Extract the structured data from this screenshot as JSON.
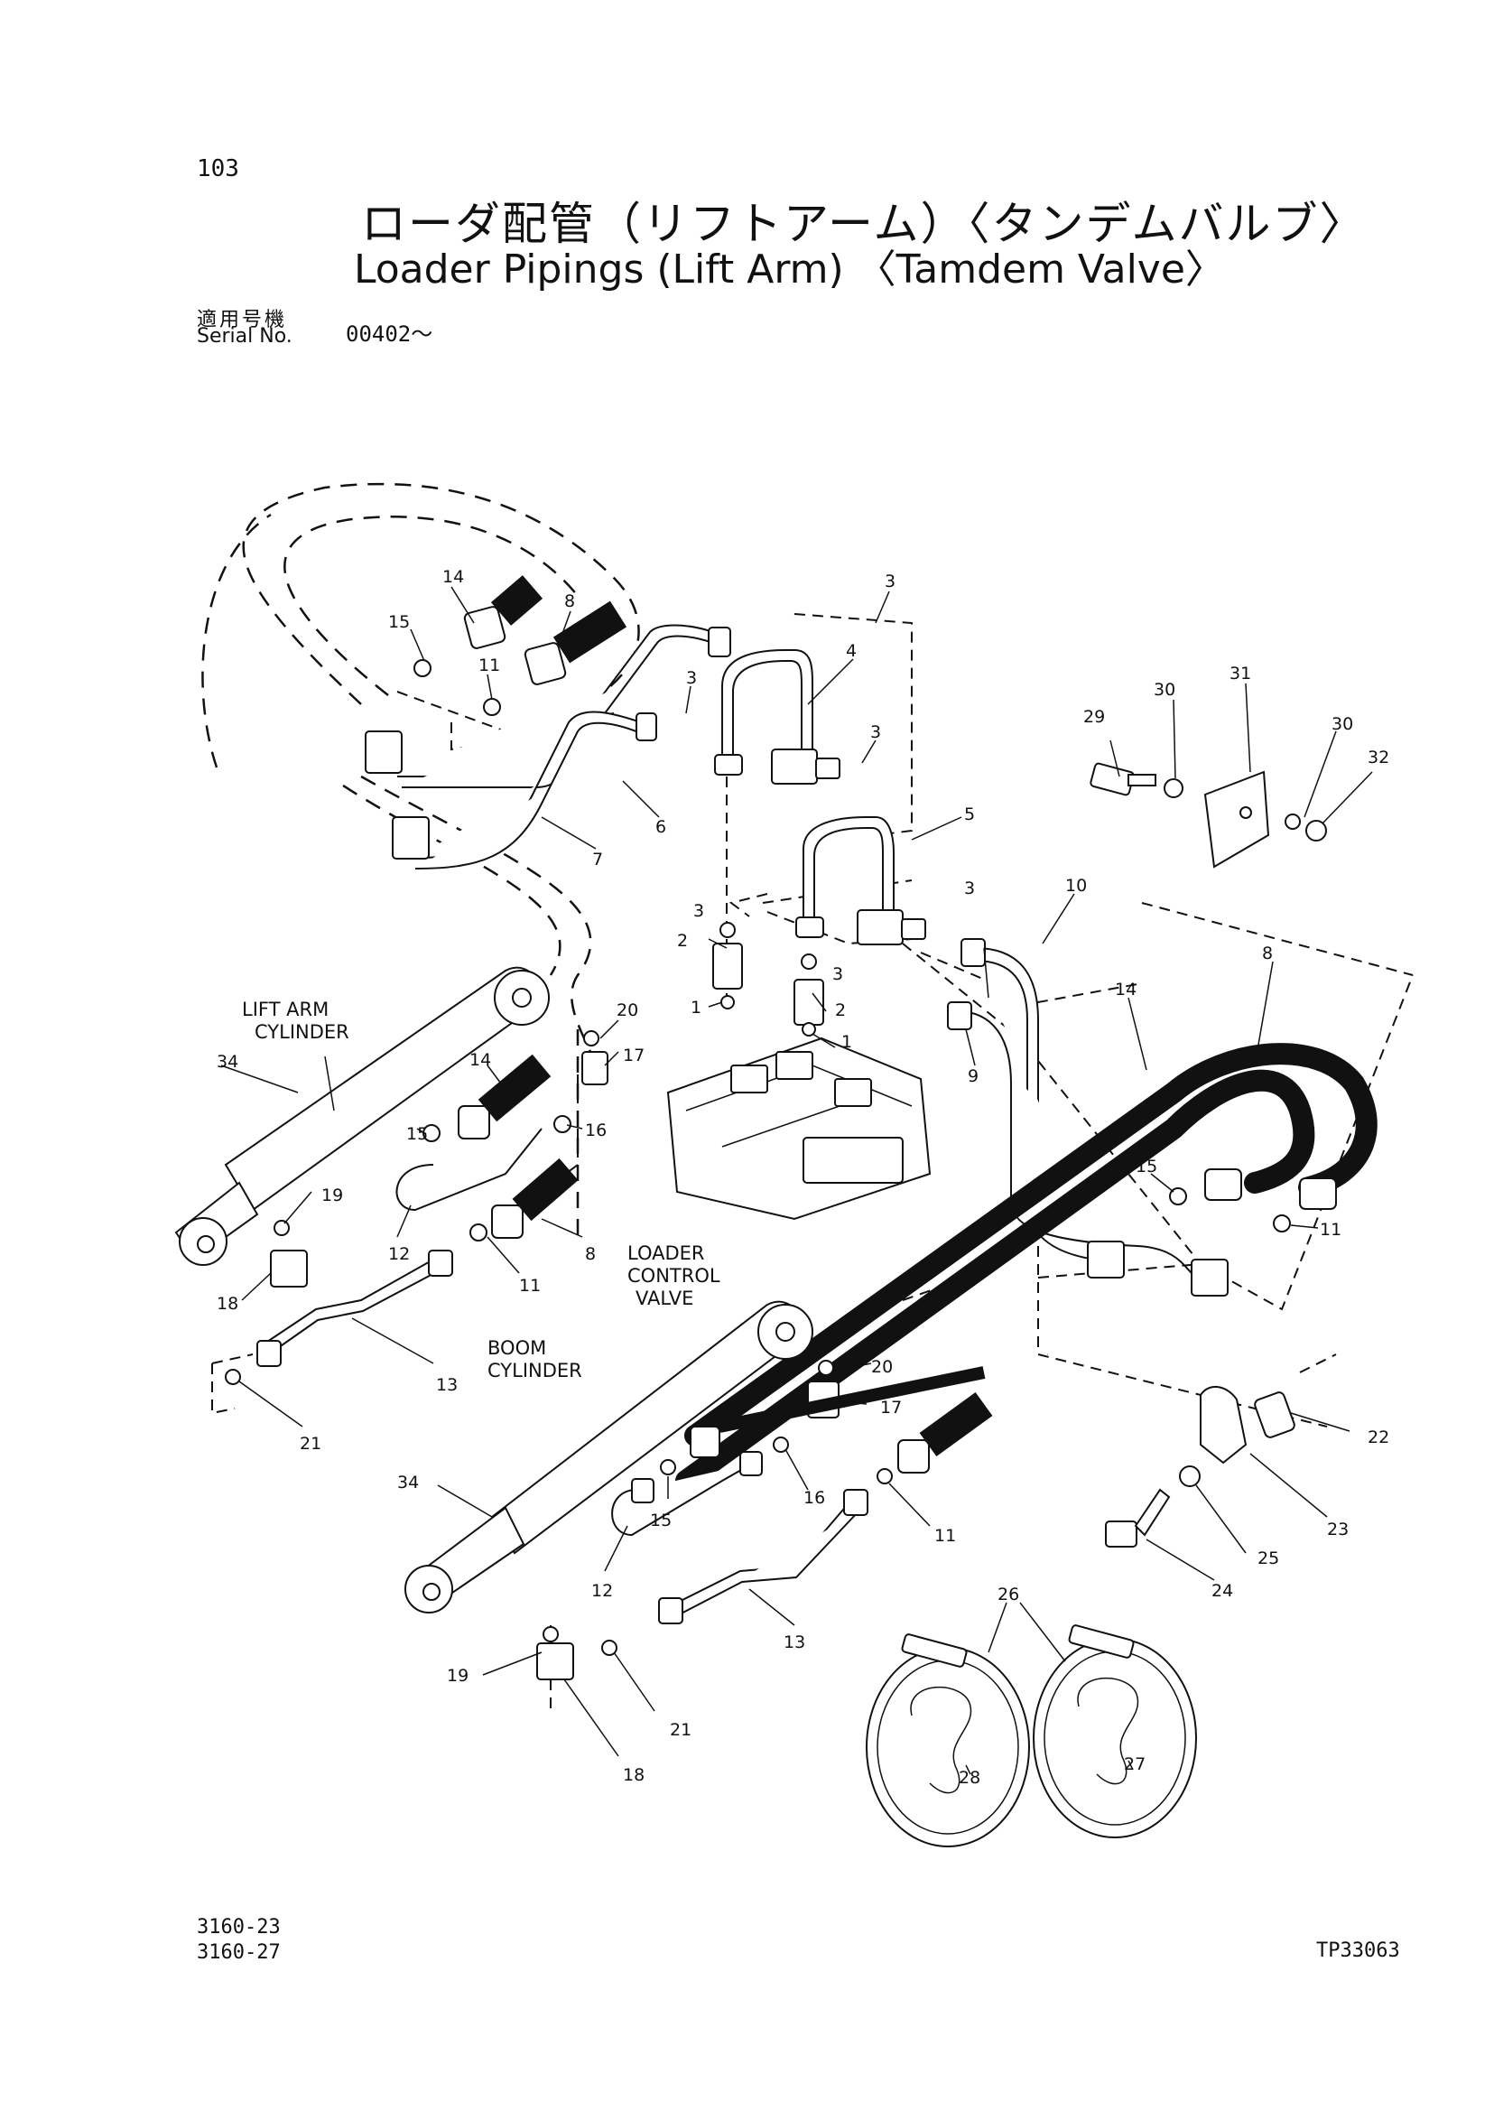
{
  "page_number": "103",
  "title_jp": "ローダ配管（リフトアーム）〈タンデムバルブ〉",
  "title_en": "Loader Pipings (Lift Arm) 〈Tamdem Valve〉",
  "serial": {
    "label_jp": "適用号機",
    "label_en": "Serial No.",
    "value": "00402～"
  },
  "diagram": {
    "assembly_labels": {
      "lift_arm_1": "LIFT ARM",
      "lift_arm_2": "CYLINDER",
      "valve_1": "LOADER",
      "valve_2": "CONTROL",
      "valve_3": "VALVE",
      "boom_1": "BOOM",
      "boom_2": "CYLINDER"
    },
    "callouts": {
      "n3a": "3",
      "n3b": "3",
      "n3c": "3",
      "n3d": "3",
      "n3e": "3",
      "n3f": "3",
      "n4": "4",
      "n5": "5",
      "n6": "6",
      "n7": "7",
      "n14a": "14",
      "n8a": "8",
      "n15a": "15",
      "n11a": "11",
      "n2a": "2",
      "n1a": "1",
      "n2b": "2",
      "n1b": "1",
      "n10": "10",
      "n9": "9",
      "n14c": "14",
      "n8c": "8",
      "n15c": "15",
      "n11c": "11",
      "n29": "29",
      "n30a": "30",
      "n31": "31",
      "n30b": "30",
      "n32": "32",
      "n20a": "20",
      "n17a": "17",
      "n14b": "14",
      "n15b": "15",
      "n16a": "16",
      "n34a": "34",
      "n19a": "19",
      "n12a": "12",
      "n8b": "8",
      "n11b": "11",
      "n18a": "18",
      "n13a": "13",
      "n21a": "21",
      "n20b": "20",
      "n17b": "17",
      "n34b": "34",
      "n16b": "16",
      "n15d": "15",
      "n11d": "11",
      "n12b": "12",
      "n13b": "13",
      "n19b": "19",
      "n21b": "21",
      "n18b": "18",
      "n22": "22",
      "n23": "23",
      "n25": "25",
      "n24": "24",
      "n26": "26",
      "n28": "28",
      "n27": "27"
    }
  },
  "footer": {
    "ref_1": "3160-23",
    "ref_2": "3160-27",
    "doc_code": "TP33063"
  }
}
